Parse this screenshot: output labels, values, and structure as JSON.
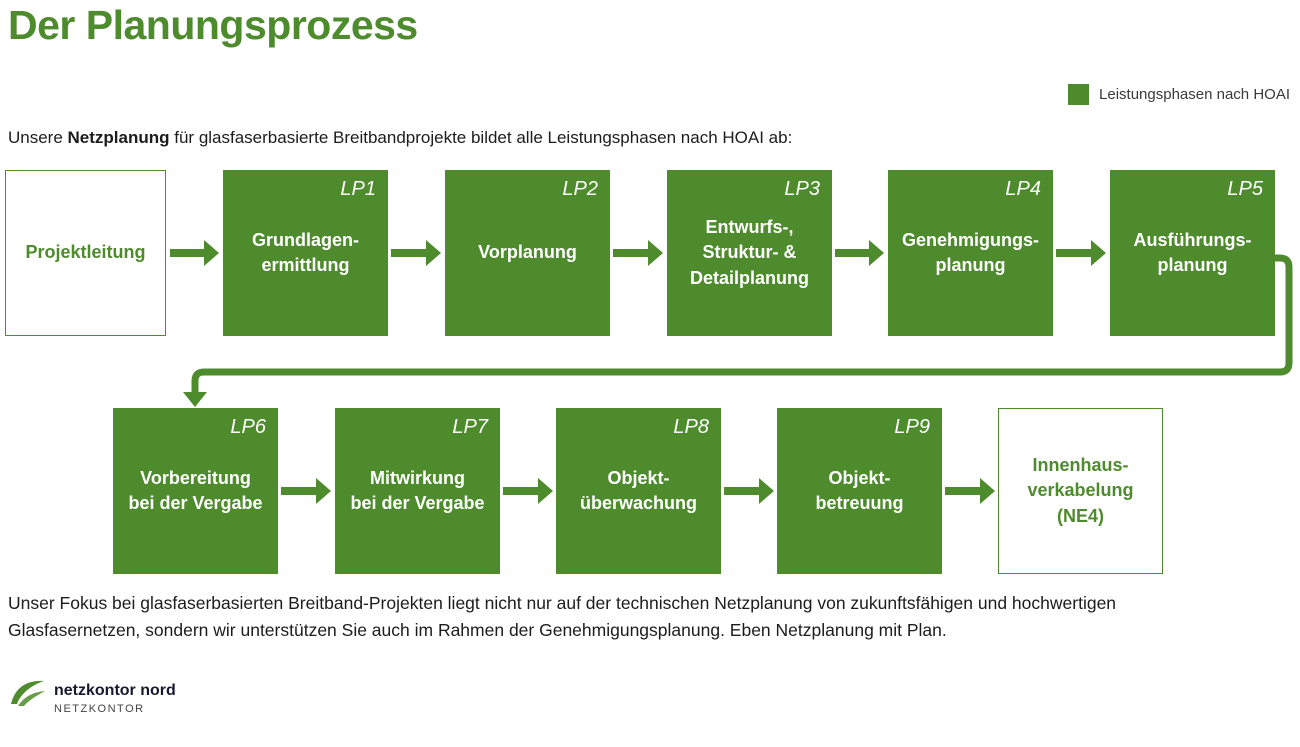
{
  "page": {
    "title": "Der Planungsprozess",
    "legend": {
      "label": "Leistungsphasen nach HOAI"
    },
    "intro": {
      "prefix": "Unsere ",
      "bold": "Netzplanung",
      "rest": " für glasfaserbasierte Breitbandprojekte bildet alle Leistungsphasen nach HOAI ab:"
    },
    "footer_text": "Unser Fokus bei glasfaserbasierten Breitband-Projekten liegt nicht nur auf der technischen Netzplanung von zukunftsfähigen und hochwertigen Glasfasernetzen, sondern wir unterstützen Sie auch im Rahmen der Genehmigungsplanung. Eben Netzplanung mit Plan.",
    "logo": {
      "name": "netzkontor nord",
      "subtitle": "NETZKONTOR"
    }
  },
  "colors": {
    "green": "#4e8b2d",
    "white": "#ffffff"
  },
  "diagram": {
    "boxes": [
      {
        "lp": "",
        "label": "Projektleitung",
        "type": "outline"
      },
      {
        "lp": "LP1",
        "label": "Grundlagen-\nermittlung",
        "type": "filled"
      },
      {
        "lp": "LP2",
        "label": "Vorplanung",
        "type": "filled"
      },
      {
        "lp": "LP3",
        "label": "Entwurfs-,\nStruktur- &\nDetailplanung",
        "type": "filled"
      },
      {
        "lp": "LP4",
        "label": "Genehmigungs-\nplanung",
        "type": "filled"
      },
      {
        "lp": "LP5",
        "label": "Ausführungs-\nplanung",
        "type": "filled"
      },
      {
        "lp": "LP6",
        "label": "Vorbereitung\nbei der Vergabe",
        "type": "filled"
      },
      {
        "lp": "LP7",
        "label": "Mitwirkung\nbei der Vergabe",
        "type": "filled"
      },
      {
        "lp": "LP8",
        "label": "Objekt-\nüberwachung",
        "type": "filled"
      },
      {
        "lp": "LP9",
        "label": "Objekt-\nbetreuung",
        "type": "filled"
      },
      {
        "lp": "",
        "label": "Innenhaus-\nverkabelung\n(NE4)",
        "type": "outline"
      }
    ]
  }
}
